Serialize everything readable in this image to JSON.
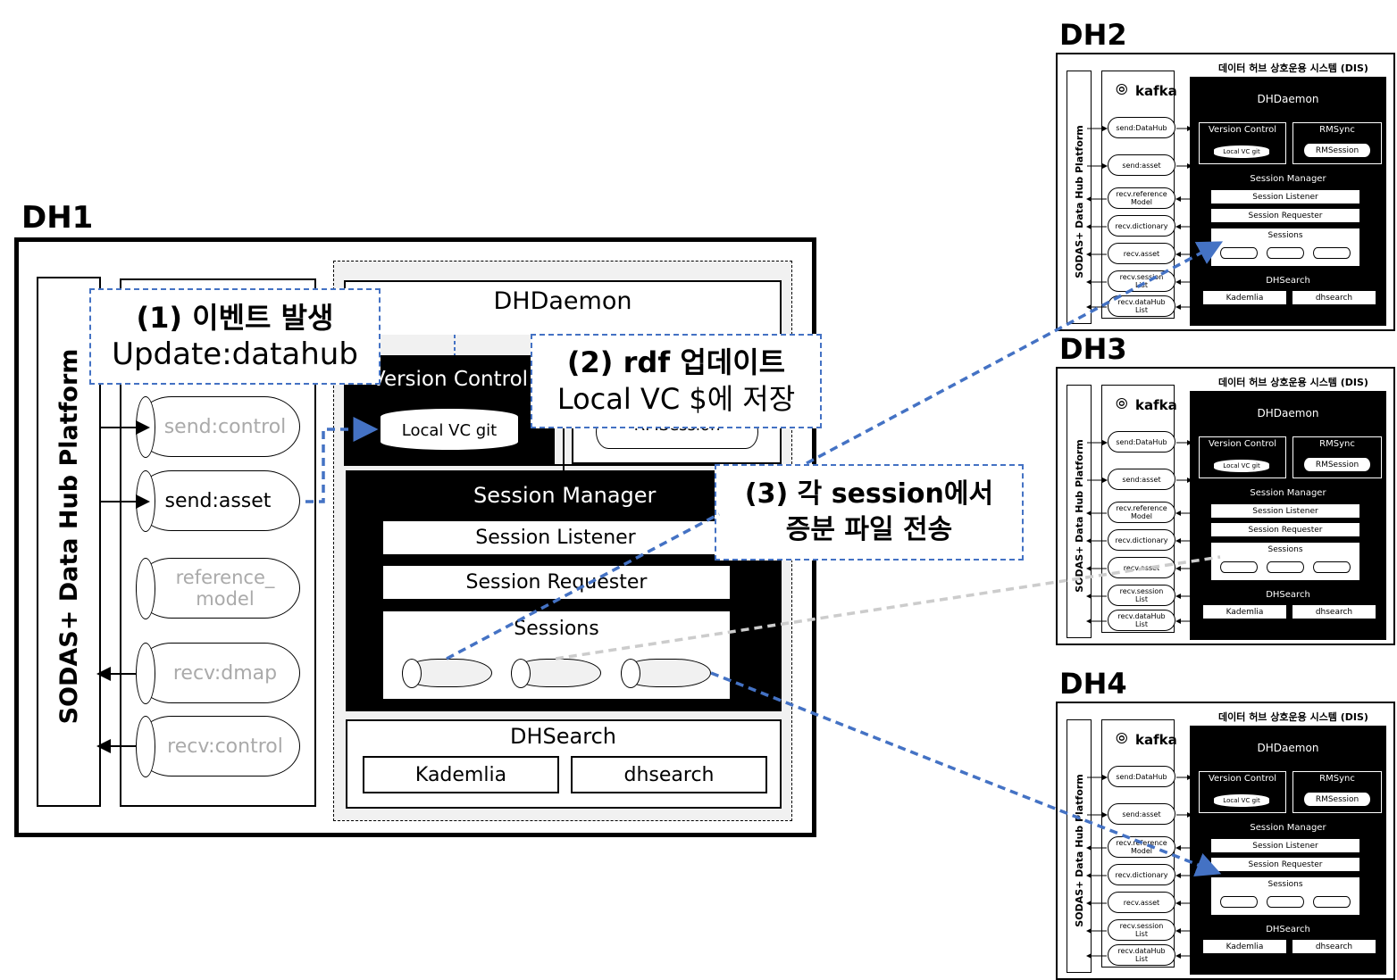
{
  "dh1": {
    "title": "DH1",
    "platform_label": "SODAS+ Data Hub Platform",
    "topics": [
      "send:control",
      "send:asset",
      "reference_\nmodel",
      "recv:dmap",
      "recv:control"
    ],
    "daemon": "DHDaemon",
    "version_control": "Version Control",
    "local_vc": "Local VC git",
    "rm_session": "RMSession",
    "session_manager": "Session Manager",
    "session_listener": "Session Listener",
    "session_requester": "Session Requester",
    "sessions": "Sessions",
    "dhsearch": "DHSearch",
    "kademlia": "Kademlia",
    "dhsearch_inner": "dhsearch"
  },
  "callouts": {
    "c1_title": "(1) 이벤트 발생",
    "c1_body": "Update:datahub",
    "c2_title": "(2) rdf 업데이트",
    "c2_body": "Local VC $에 저장",
    "c3_line1": "(3) 각 session에서",
    "c3_line2": "증분 파일 전송"
  },
  "mini_hub": {
    "system": "데이터 허브 상호운용 시스템 (DIS)",
    "platform_label": "SODAS+ Data Hub Platform",
    "kafka": "kafka",
    "topics": [
      "send:DataHub",
      "send:asset",
      "recv.reference\nModel",
      "recv.dictionary",
      "recv.asset",
      "recv.session\nList",
      "recv.dataHub\nList"
    ],
    "daemon": "DHDaemon",
    "version_control": "Version Control",
    "local_vc": "Local VC git",
    "rmsync": "RMSync",
    "rm_session": "RMSession",
    "session_manager": "Session Manager",
    "session_listener": "Session Listener",
    "session_requester": "Session Requester",
    "sessions": "Sessions",
    "dhsearch": "DHSearch",
    "kademlia": "Kademlia",
    "dhsearch_inner": "dhsearch"
  },
  "hubs": [
    "DH2",
    "DH3",
    "DH4"
  ],
  "colors": {
    "accent": "#4472c4",
    "muted": "#bfbfbf"
  }
}
